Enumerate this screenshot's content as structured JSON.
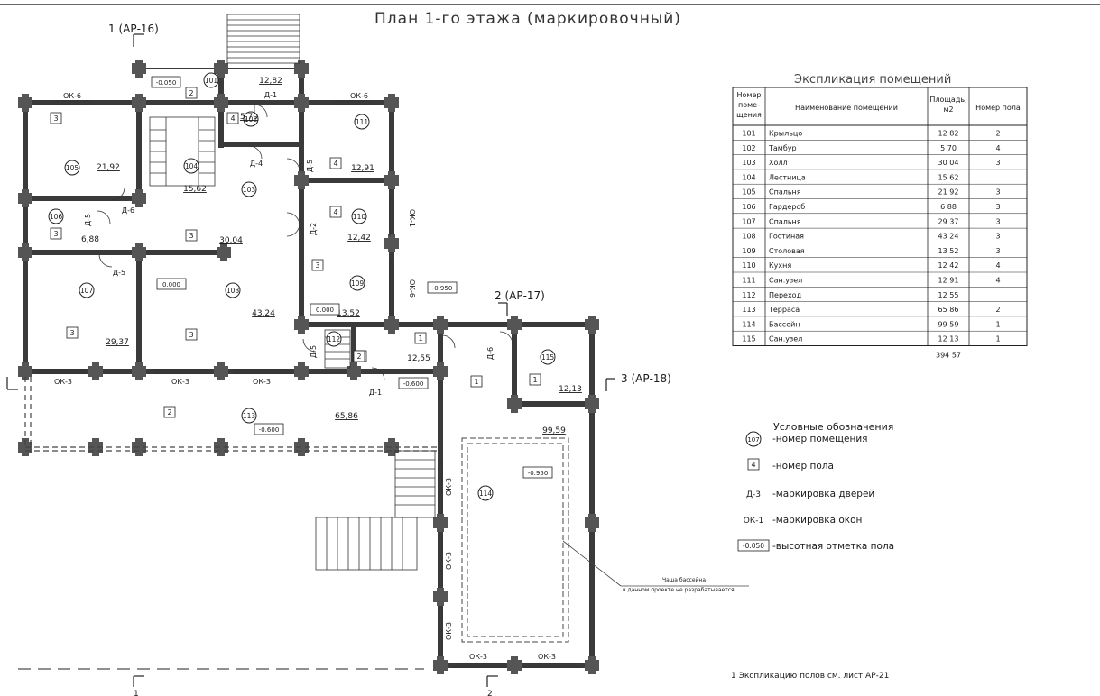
{
  "sheet": {
    "title": "План 1-го этажа (маркировочный)",
    "footnote": "1 Экспликацию полов см. лист АР-21"
  },
  "sections": {
    "s1": "1 (АР-16)",
    "s2": "2 (АР-17)",
    "s3": "3 (АР-18)",
    "s1_bottom": "1",
    "s2_bottom": "2"
  },
  "plan": {
    "rooms": [
      {
        "num": "101",
        "area": "12,82",
        "floor": "2"
      },
      {
        "num": "102",
        "area": "5,70",
        "floor": "4"
      },
      {
        "num": "103",
        "area": "",
        "floor": ""
      },
      {
        "num": "104",
        "area": "15,62",
        "floor": ""
      },
      {
        "num": "105",
        "area": "21,92",
        "floor": "3"
      },
      {
        "num": "106",
        "area": "6,88",
        "floor": "3"
      },
      {
        "num": "107",
        "area": "29,37",
        "floor": "3"
      },
      {
        "num": "108",
        "area": "43,24",
        "floor": "3"
      },
      {
        "num": "109",
        "area": "13,52",
        "floor": "3"
      },
      {
        "num": "110",
        "area": "12,42",
        "floor": "4"
      },
      {
        "num": "111",
        "area": "12,91",
        "floor": "4"
      },
      {
        "num": "112",
        "area": "12,55",
        "floor": "2"
      },
      {
        "num": "113",
        "area": "65,86",
        "floor": "2"
      },
      {
        "num": "114",
        "area": "99,59",
        "floor": ""
      },
      {
        "num": "115",
        "area": "12,13",
        "floor": "1"
      }
    ],
    "hall_area": "30,04",
    "hall_floor": "3",
    "floor_1a": "1",
    "floor_1b": "1",
    "floor_1c": "1",
    "floor_2b": "2",
    "floor_3": "3",
    "levels": [
      "-0.050",
      "0.000",
      "0.000",
      "-0.950",
      "-0.600",
      "-0.600",
      "-0.950"
    ],
    "doors": [
      "Д-1",
      "Д-4",
      "Д-5",
      "Д-6",
      "Д-5",
      "Д-5",
      "Д-2",
      "Д-5",
      "Д-6",
      "Д-1"
    ],
    "windows": [
      "ОК-6",
      "ОК-6",
      "ОК-1",
      "ОК-6",
      "ОК-3",
      "ОК-3",
      "ОК-3",
      "ОК-3",
      "ОК-3",
      "ОК-3",
      "ОК-3",
      "ОК-3"
    ],
    "pool_note_1": "Чаша бассейна",
    "pool_note_2": "в данном проекте не разрабатывается"
  },
  "explication": {
    "title": "Экспликация помещений",
    "headers": [
      "Номер поме- щения",
      "Наименование помещений",
      "Площадь, м2",
      "Номер пола"
    ],
    "header_lines": {
      "num": [
        "Номер",
        "поме-",
        "щения"
      ],
      "area": [
        "Площадь,",
        "м2"
      ]
    },
    "rows": [
      [
        "101",
        "Крыльцо",
        "12 82",
        "2"
      ],
      [
        "102",
        "Тамбур",
        "5 70",
        "4"
      ],
      [
        "103",
        "Холл",
        "30 04",
        "3"
      ],
      [
        "104",
        "Лестница",
        "15 62",
        ""
      ],
      [
        "105",
        "Спальня",
        "21 92",
        "3"
      ],
      [
        "106",
        "Гардероб",
        "6 88",
        "3"
      ],
      [
        "107",
        "Спальня",
        "29 37",
        "3"
      ],
      [
        "108",
        "Гостиная",
        "43 24",
        "3"
      ],
      [
        "109",
        "Столовая",
        "13 52",
        "3"
      ],
      [
        "110",
        "Кухня",
        "12 42",
        "4"
      ],
      [
        "111",
        "Сан.узел",
        "12 91",
        "4"
      ],
      [
        "112",
        "Переход",
        "12 55",
        ""
      ],
      [
        "113",
        "Терраса",
        "65 86",
        "2"
      ],
      [
        "114",
        "Бассейн",
        "99 59",
        "1"
      ],
      [
        "115",
        "Сан.узел",
        "12 13",
        "1"
      ]
    ],
    "total": "394 57"
  },
  "legend": {
    "title": "Условные обозначения",
    "items": [
      {
        "symbol": "107",
        "text": "-номер помещения"
      },
      {
        "symbol": "4",
        "text": "-номер пола"
      },
      {
        "symbol": "Д-3",
        "text": "-маркировка дверей"
      },
      {
        "symbol": "ОК-1",
        "text": "-маркировка окон"
      },
      {
        "symbol": "-0.050",
        "text": "-высотная отметка пола"
      }
    ]
  }
}
